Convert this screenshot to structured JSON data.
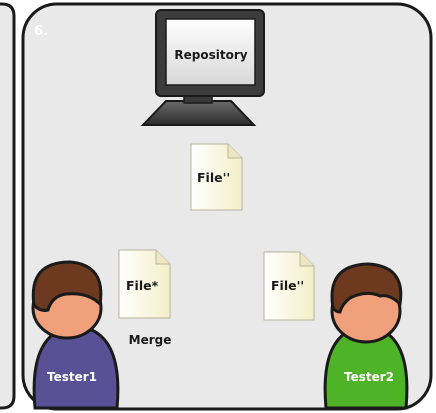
{
  "panel": {
    "step_number": "6.",
    "background_color": "#e9e9e9"
  },
  "repository": {
    "label": "Repository",
    "icon": "monitor-icon"
  },
  "files": [
    {
      "label": "File''",
      "role": "repository-file"
    },
    {
      "label": "File*",
      "role": "tester1-file"
    },
    {
      "label": "File''",
      "role": "tester2-file"
    }
  ],
  "merge_label": "Merge",
  "testers": [
    {
      "name": "Tester1",
      "body_color": "#5a5096",
      "icon": "person-icon"
    },
    {
      "name": "Tester2",
      "body_color": "#4fb328",
      "icon": "person-icon"
    }
  ],
  "colors": {
    "file_paper": "#fbf8d8",
    "skin": "#f0a07a",
    "hair": "#6e3a1f",
    "outline": "#1a1a1a"
  }
}
